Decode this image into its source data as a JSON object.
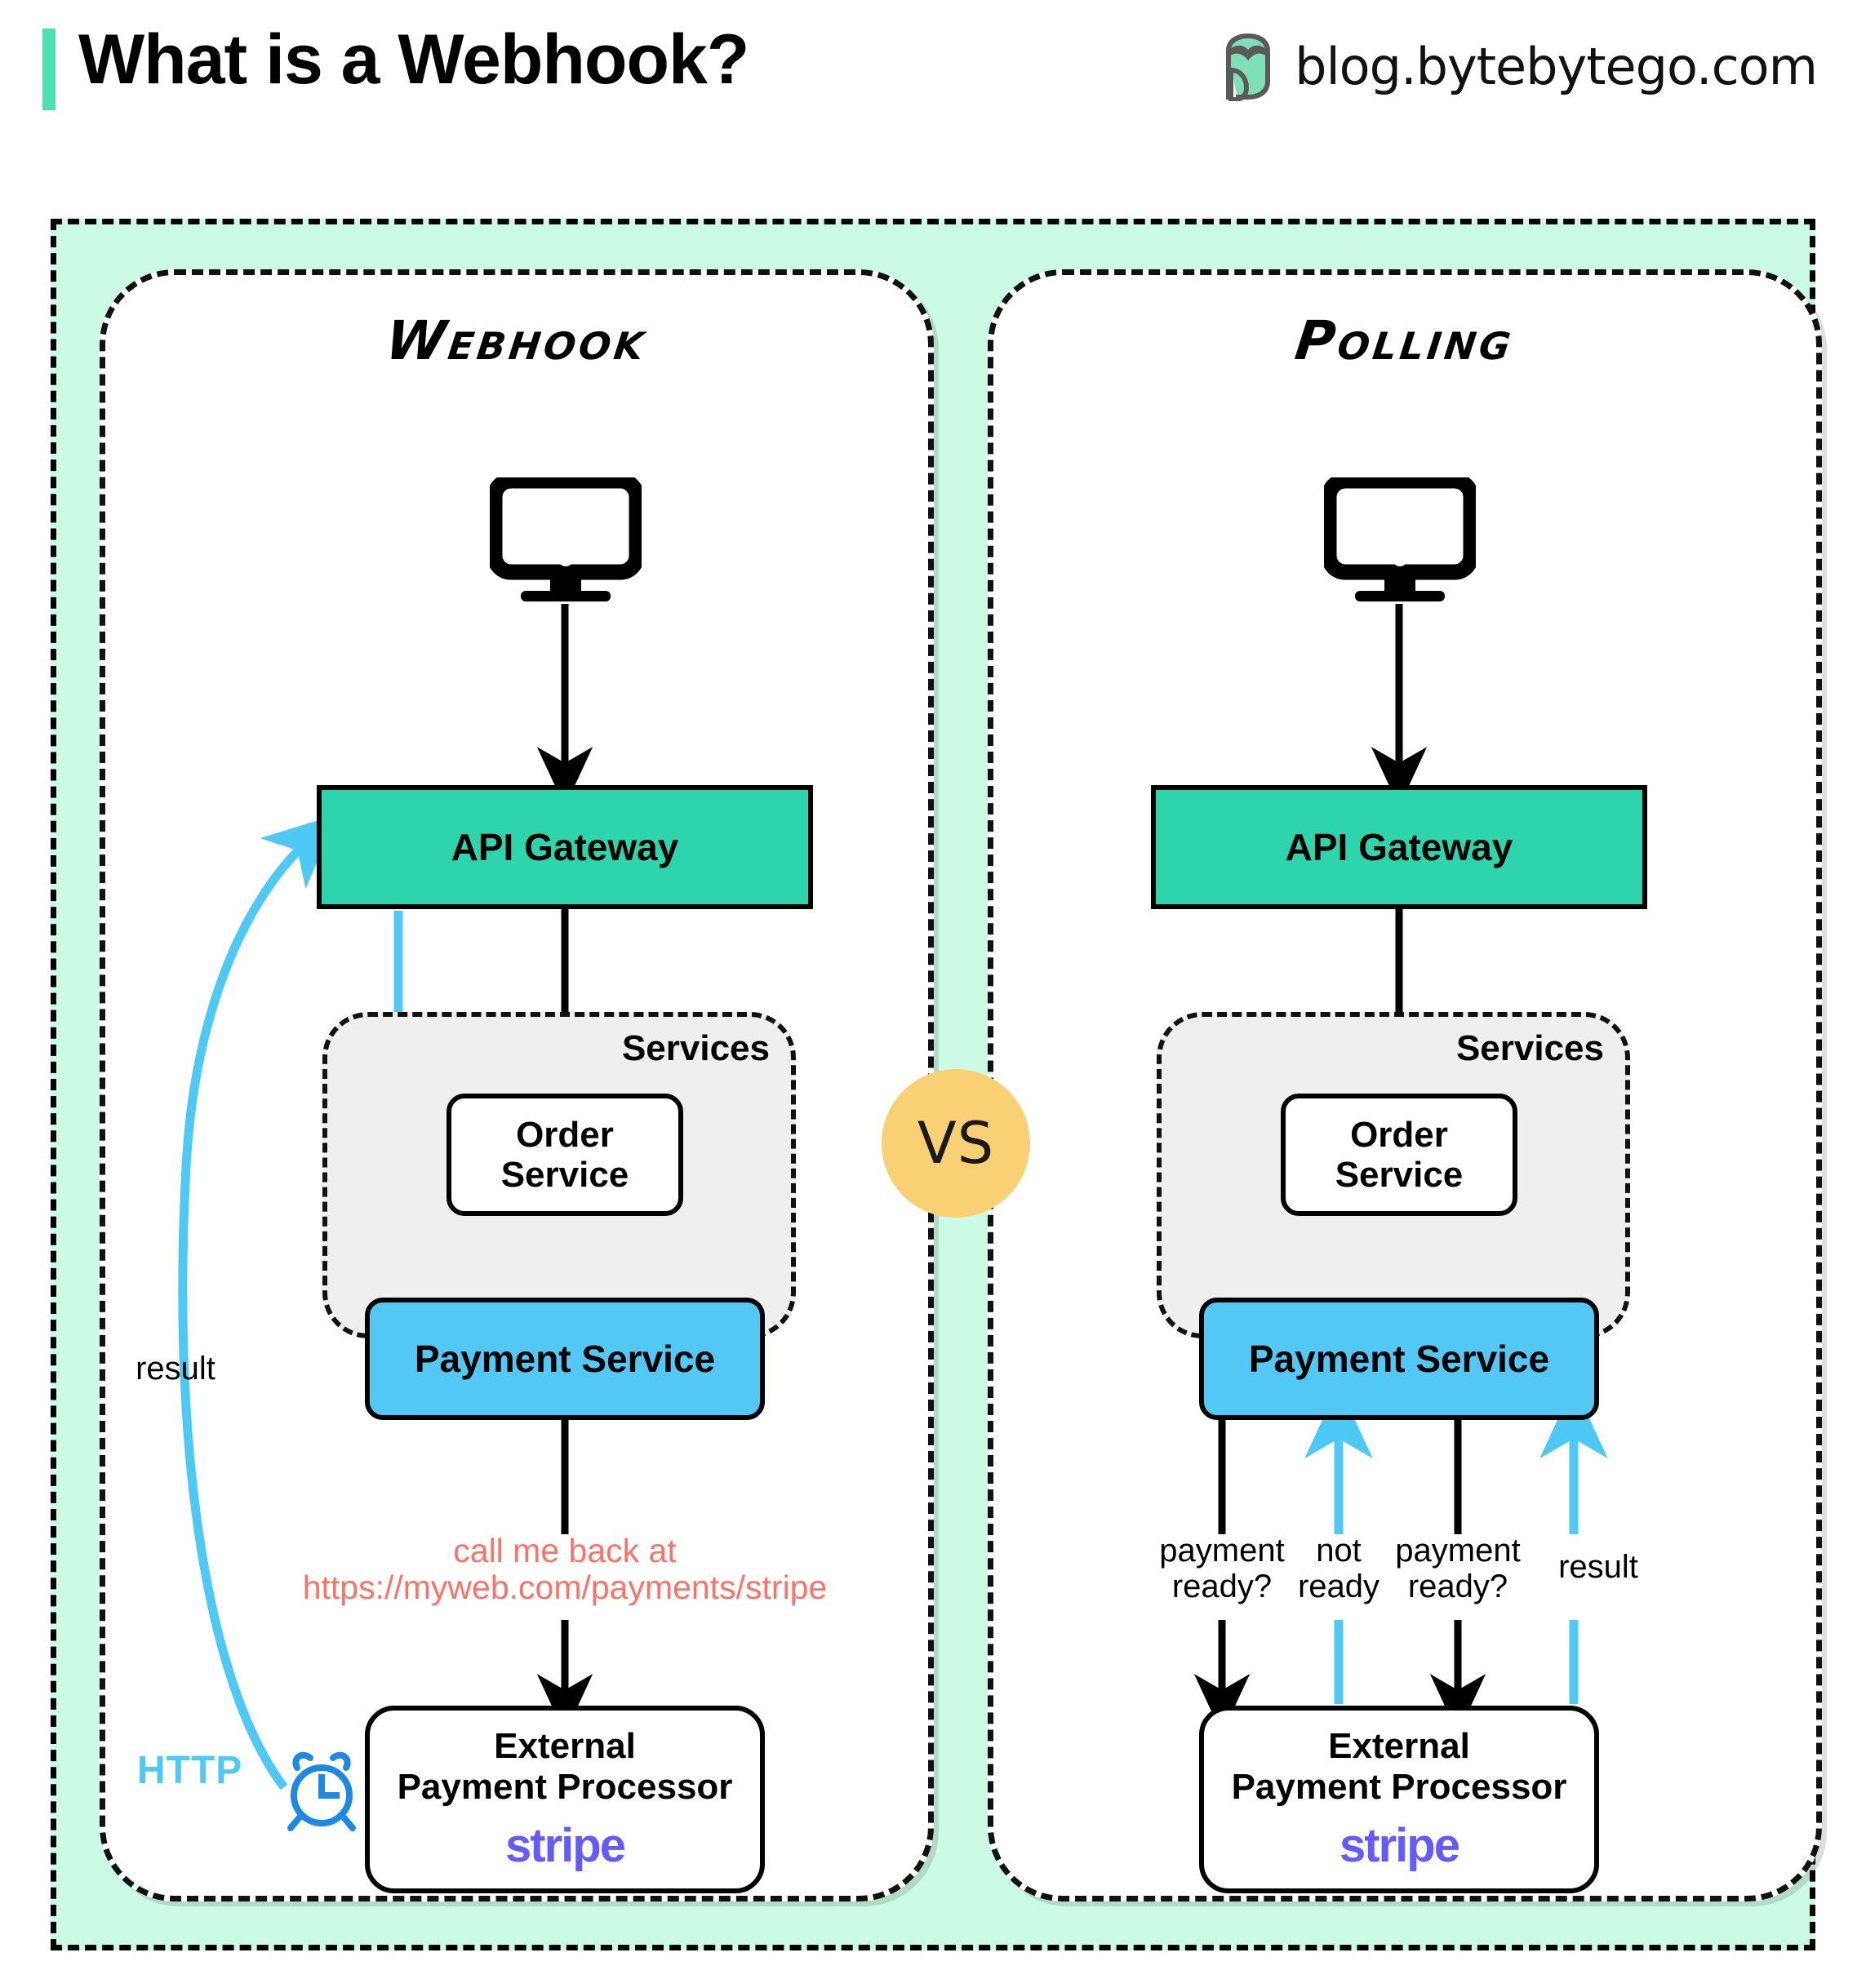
{
  "header": {
    "title": "What is a Webhook?",
    "brand_text": "blog.bytebytego.com",
    "logo_icon": "bytebytego-logo-icon",
    "accent_color": "#4ce0b3"
  },
  "colors": {
    "panel_bg": "#ccfbe5",
    "gateway": "#2dd4ac",
    "payment": "#54c8f5",
    "services_bg": "#efefef",
    "vs_badge": "#f9d074",
    "callback_text": "#fa7268",
    "http_blue": "#4ec9f5",
    "clock_blue": "#1e88e5",
    "stripe_purple": "#635bff"
  },
  "vs_badge": {
    "label": "VS"
  },
  "panels": [
    {
      "id": "webhook",
      "heading": "Webhook",
      "client_icon": "monitor-icon",
      "nodes": {
        "gateway": "API Gateway",
        "services_label": "Services",
        "order": "Order\nService",
        "order_line1": "Order",
        "order_line2": "Service",
        "payment": "Payment Service",
        "processor_line1": "External",
        "processor_line2": "Payment Processor",
        "processor_brand": "stripe"
      },
      "annotations": [
        {
          "name": "callback-note-line1",
          "text": "call me back at"
        },
        {
          "name": "callback-note-line2",
          "text": "https://myweb.com/payments/stripe"
        },
        {
          "name": "result-label",
          "text": "result"
        },
        {
          "name": "http-label",
          "text": "HTTP"
        }
      ],
      "clock_icon": "alarm-clock-icon"
    },
    {
      "id": "polling",
      "heading": "Polling",
      "client_icon": "monitor-icon",
      "nodes": {
        "gateway": "API Gateway",
        "services_label": "Services",
        "order_line1": "Order",
        "order_line2": "Service",
        "payment": "Payment Service",
        "processor_line1": "External",
        "processor_line2": "Payment Processor",
        "processor_brand": "stripe"
      },
      "annotations": [
        {
          "name": "poll-1-label",
          "line1": "payment",
          "line2": "ready?"
        },
        {
          "name": "poll-not-ready-label",
          "line1": "not",
          "line2": "ready"
        },
        {
          "name": "poll-2-label",
          "line1": "payment",
          "line2": "ready?"
        },
        {
          "name": "poll-result-label",
          "line1": "result",
          "line2": ""
        }
      ]
    }
  ],
  "chart_data": {
    "type": "diagram",
    "title": "What is a Webhook?",
    "comparison": "Webhook vs Polling",
    "flows": {
      "webhook": [
        "Client -> API Gateway",
        "API Gateway -> Order Service",
        "Order Service -> Payment Service",
        "Payment Service -> External Payment Processor (call me back at https://myweb.com/payments/stripe)",
        "External Payment Processor -> API Gateway (HTTP result)",
        "API Gateway -> Payment Service (result)"
      ],
      "polling": [
        "Client -> API Gateway",
        "API Gateway -> Order Service",
        "Order Service -> Payment Service",
        "Payment Service -> External Payment Processor (payment ready?)",
        "External Payment Processor -> Payment Service (not ready)",
        "Payment Service -> External Payment Processor (payment ready?)",
        "External Payment Processor -> Payment Service (result)"
      ]
    }
  }
}
